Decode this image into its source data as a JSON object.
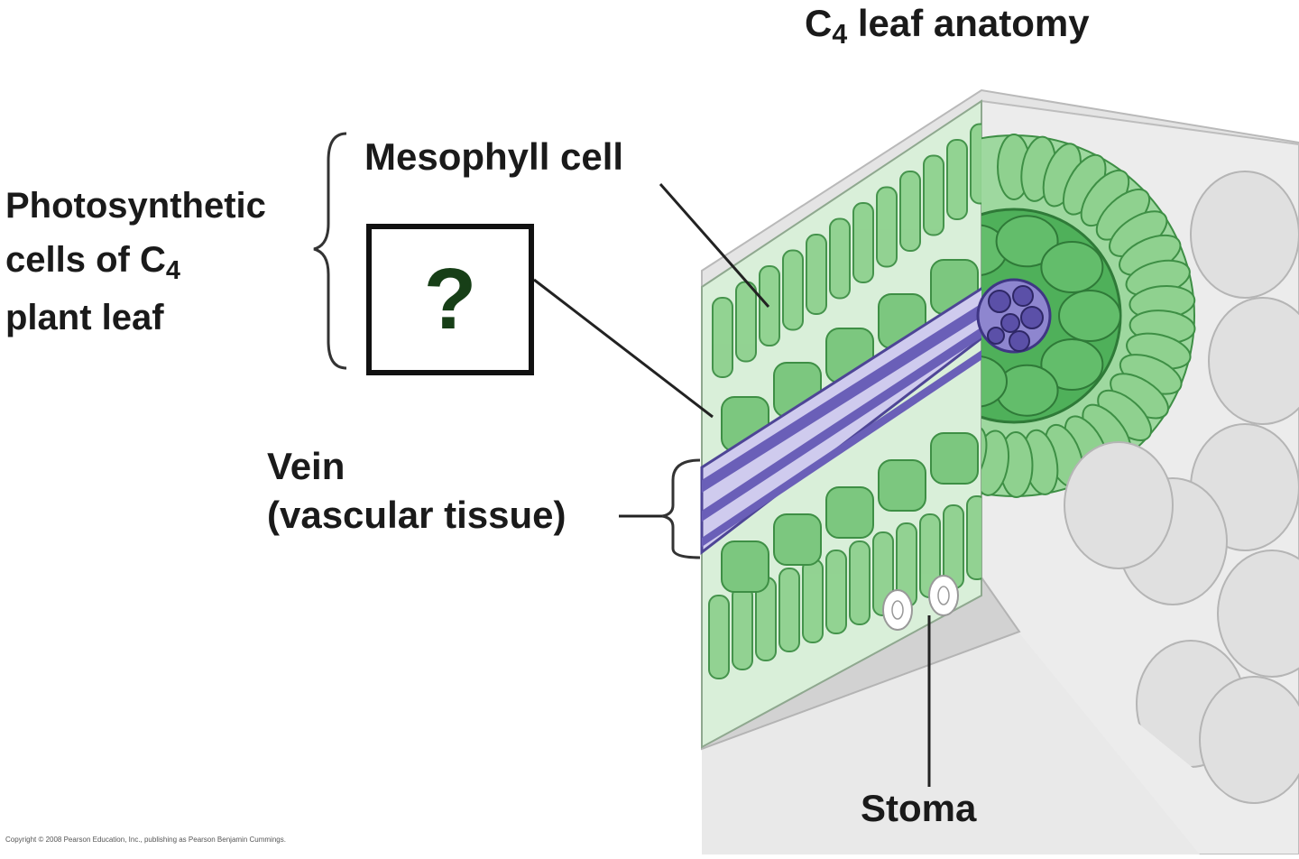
{
  "title": {
    "main": "C",
    "sub": "4",
    "rest": " leaf anatomy"
  },
  "labels": {
    "photosynthetic_line1": "Photosynthetic",
    "photosynthetic_line2_main": "cells of C",
    "photosynthetic_line2_sub": "4",
    "photosynthetic_line3": "plant leaf",
    "mesophyll": "Mesophyll cell",
    "unknown": "?",
    "vein_line1": "Vein",
    "vein_line2": "(vascular tissue)",
    "stoma": "Stoma"
  },
  "copyright": "Copyright © 2008 Pearson Education, Inc., publishing as Pearson Benjamin Cummings.",
  "colors": {
    "mesophyll_green": "#8fd18f",
    "bundle_sheath_green": "#4fb05a",
    "vein_purple": "#9e96d6",
    "vein_dark": "#5a4ea6",
    "epidermis_gray": "#e6e6e6",
    "question_mark": "#173f17"
  }
}
